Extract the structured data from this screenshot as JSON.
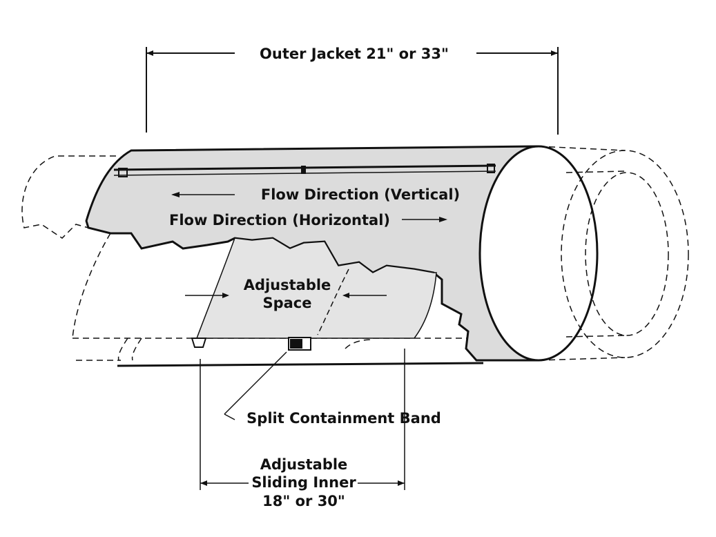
{
  "labels": {
    "outer_jacket": "Outer Jacket 21\" or 33\"",
    "flow_vertical": "Flow Direction (Vertical)",
    "flow_horizontal": "Flow Direction (Horizontal)",
    "adjustable_space_1": "Adjustable",
    "adjustable_space_2": "Space",
    "split_band": "Split Containment Band",
    "inner_1": "Adjustable",
    "inner_2": "Sliding Inner",
    "inner_3": "18\" or 30\""
  },
  "colors": {
    "ink": "#111111",
    "jacket_fill": "#dcdcdc",
    "background": "#ffffff"
  }
}
